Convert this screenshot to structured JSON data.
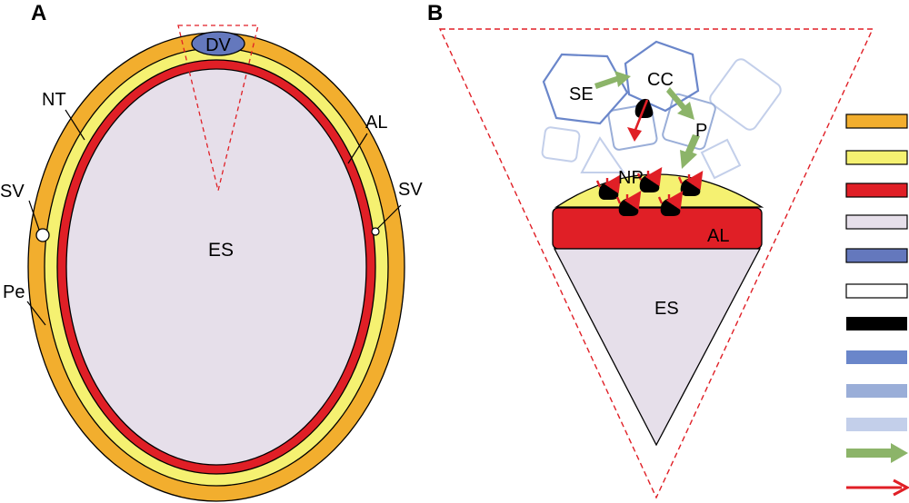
{
  "panels": {
    "a": {
      "letter": "A"
    },
    "b": {
      "letter": "B"
    }
  },
  "panel_a": {
    "labels": {
      "dv": "DV",
      "nt": "NT",
      "al": "AL",
      "sv_left": "SV",
      "sv_right": "SV",
      "pe": "Pe",
      "es": "ES"
    }
  },
  "panel_b": {
    "labels": {
      "se": "SE",
      "cc": "CC",
      "p": "P",
      "np": "NP",
      "al": "AL",
      "es": "ES"
    }
  },
  "legend": {
    "swatches": [
      {
        "key": "pe",
        "color": "#F2AE2E"
      },
      {
        "key": "nt",
        "color": "#F5F171"
      },
      {
        "key": "al",
        "color": "#E01F26"
      },
      {
        "key": "es",
        "color": "#E6DFEA"
      },
      {
        "key": "dv",
        "color": "#6478BD"
      },
      {
        "key": "sv",
        "color": "#FFFFFF"
      },
      {
        "key": "black",
        "color": "#000000"
      },
      {
        "key": "blue-1",
        "color": "#6A86CA"
      },
      {
        "key": "blue-2",
        "color": "#9AAED8"
      },
      {
        "key": "blue-3",
        "color": "#C3CFEA"
      }
    ],
    "arrows": [
      {
        "key": "green-arrow",
        "color": "#8CB469"
      },
      {
        "key": "red-arrow",
        "color": "#E01F26"
      }
    ]
  }
}
